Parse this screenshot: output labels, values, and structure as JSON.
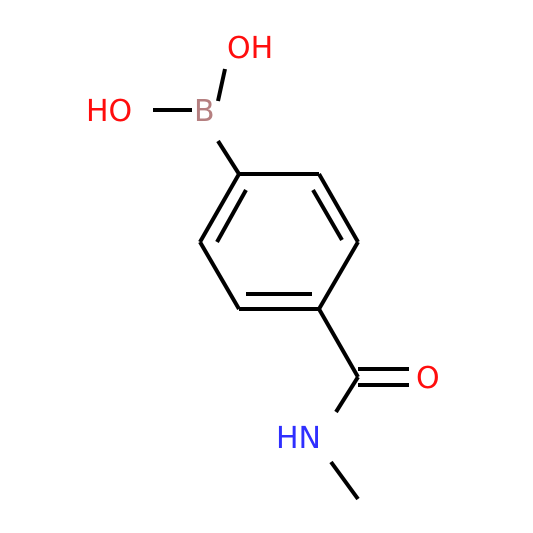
{
  "structure": {
    "atoms": {
      "oh_top": {
        "text": "OH",
        "color": "#ff0d0d"
      },
      "oh_left": {
        "text": "HO",
        "color": "#ff0d0d"
      },
      "boron": {
        "text": "B",
        "color": "#b57f80"
      },
      "oxygen": {
        "text": "O",
        "color": "#ff0d0d"
      },
      "nitrogen": {
        "text": "HN",
        "color": "#2f2fff"
      }
    },
    "bond_color": "#000000"
  }
}
